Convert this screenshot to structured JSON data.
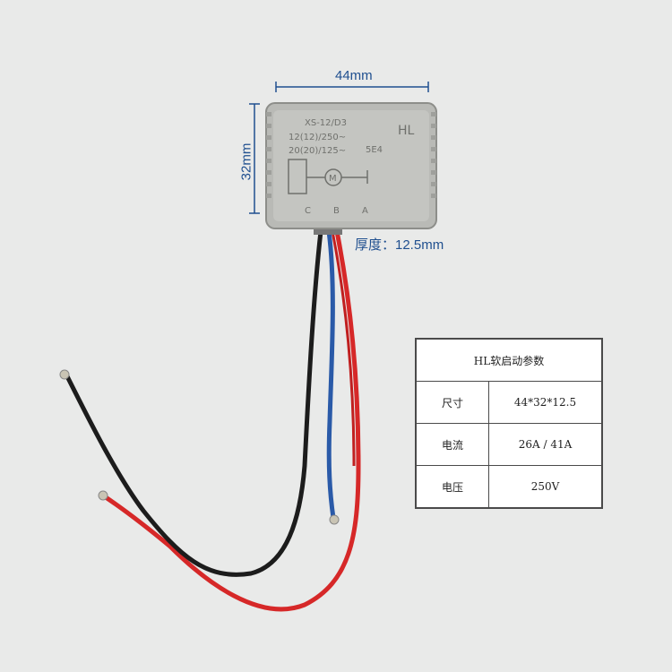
{
  "dimensions": {
    "width": "44mm",
    "height": "32mm",
    "thickness": "厚度：12.5mm"
  },
  "device": {
    "model": "XS-12/D3",
    "brand": "HL",
    "rating_line1": "12(12)/250~",
    "rating_line2": "20(20)/125~",
    "code": "5E4",
    "terminals": [
      "C",
      "B",
      "A"
    ],
    "motor_symbol": "M"
  },
  "spec_table": {
    "title": "HL软启动参数",
    "rows": [
      {
        "label": "尺寸",
        "value": "44*32*12.5"
      },
      {
        "label": "电流",
        "value": "26A / 41A"
      },
      {
        "label": "电压",
        "value": "250V"
      }
    ]
  },
  "colors": {
    "background": "#e9eae9",
    "housing": "#b9bab6",
    "wire_red": "#d62828",
    "wire_black": "#1c1c1c",
    "wire_blue": "#2a5aa8",
    "dimension_blue": "#1f4f8f"
  }
}
